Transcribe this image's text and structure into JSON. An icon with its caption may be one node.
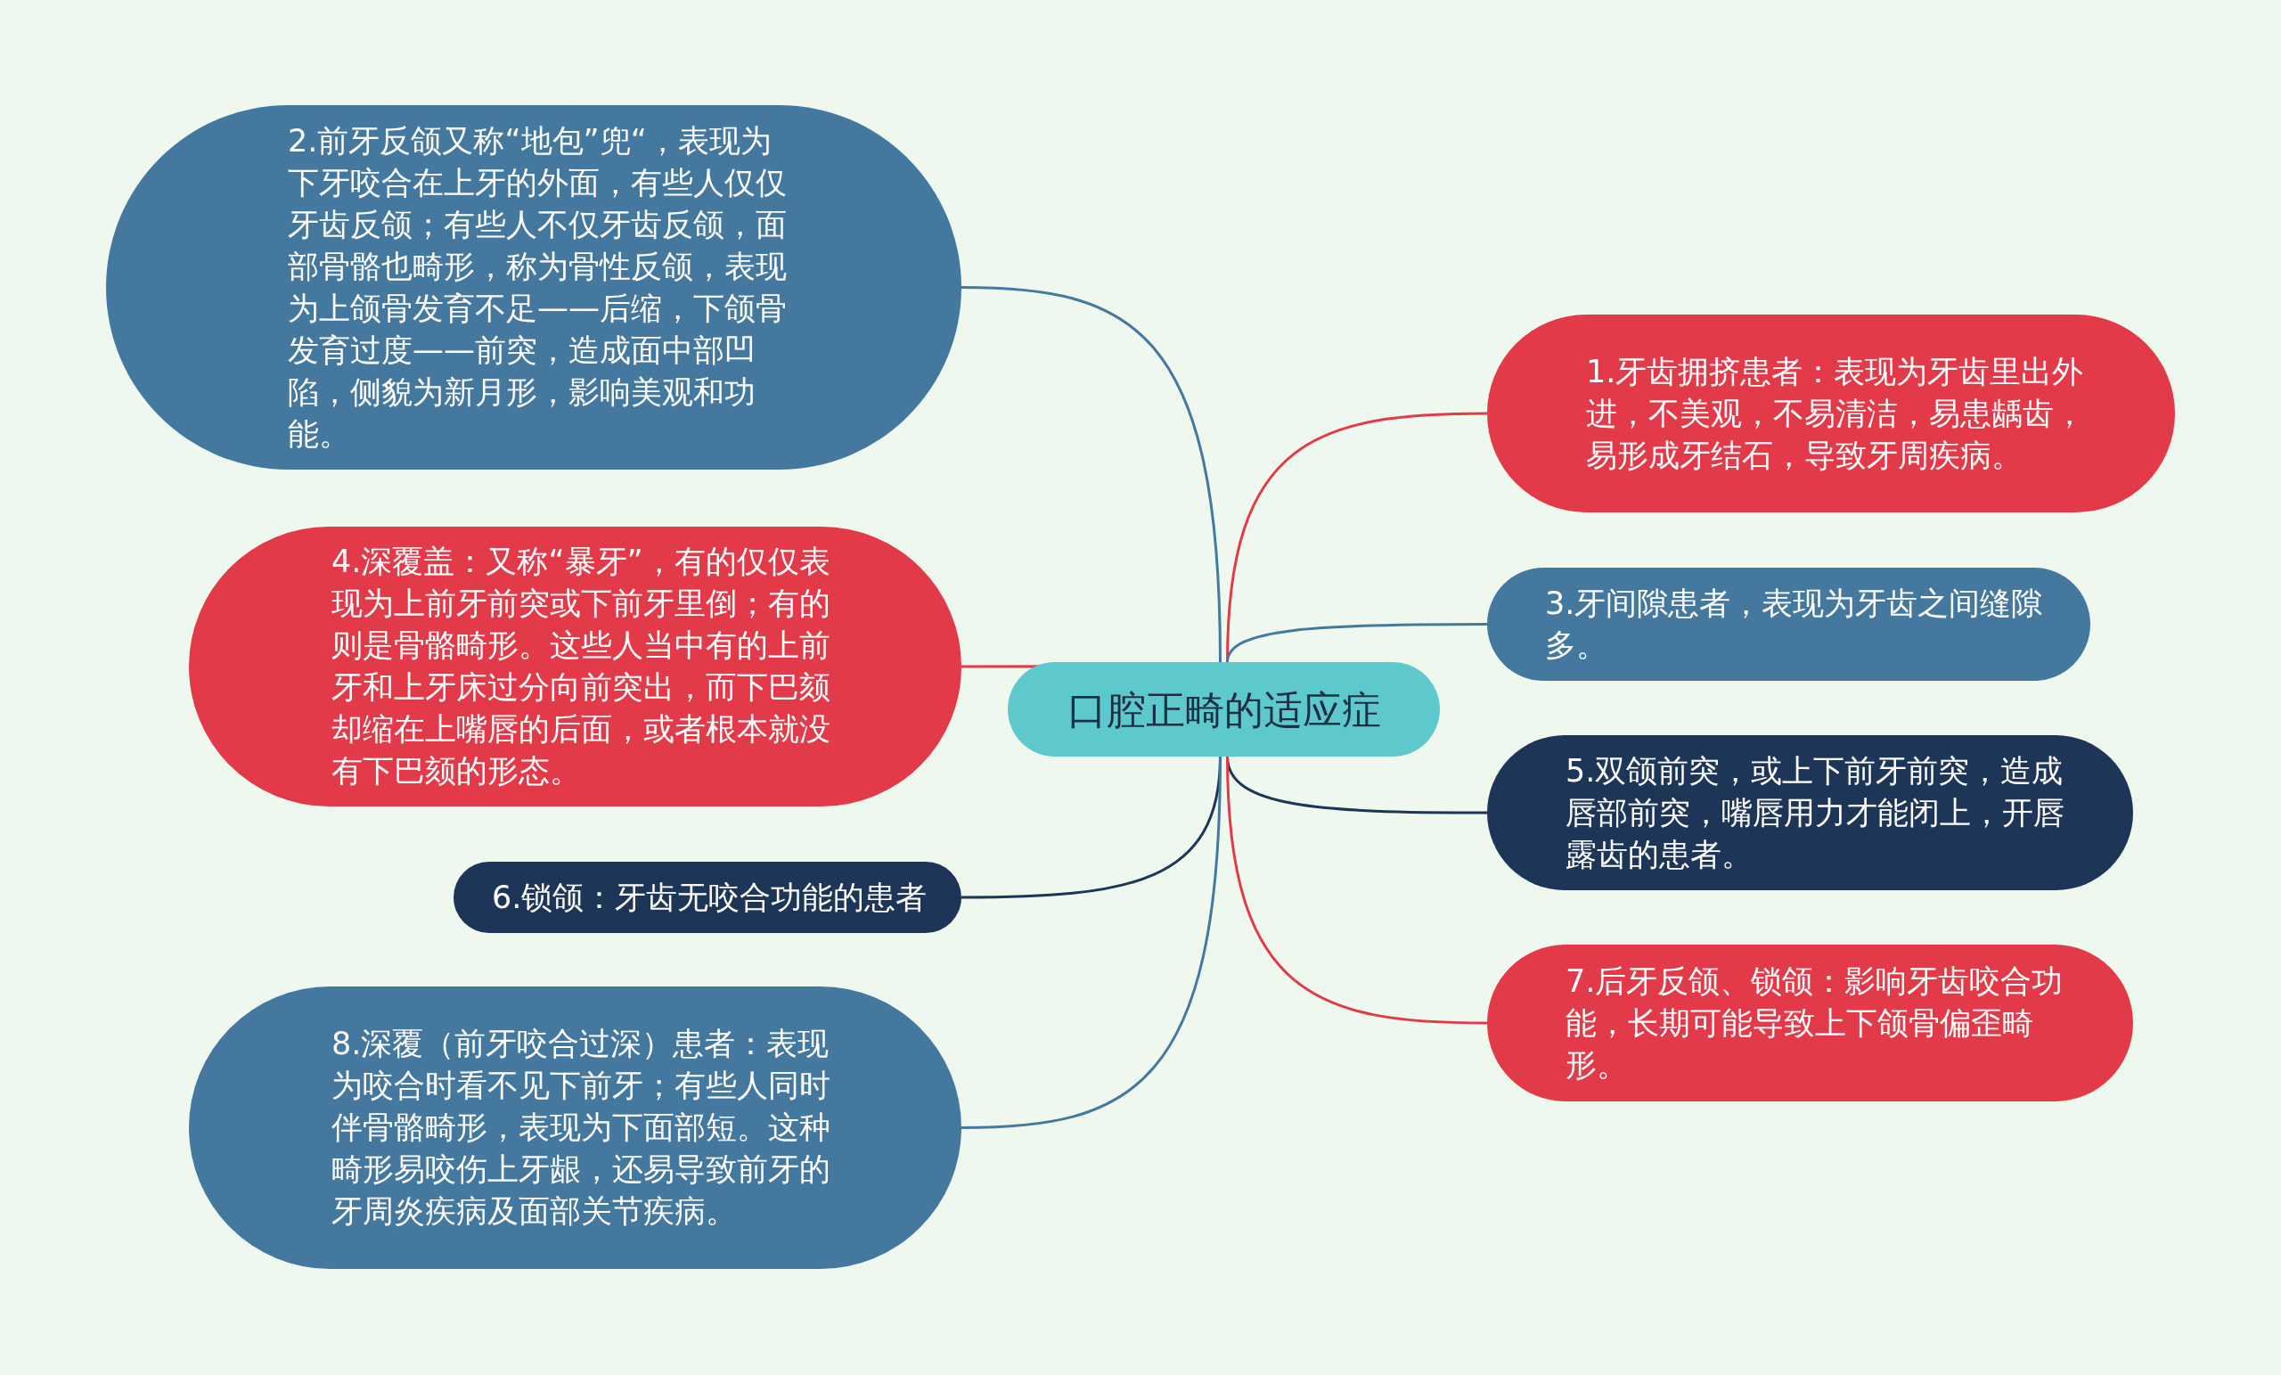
{
  "diagram": {
    "nodes": [
      {
        "text": [
          "口腔正畸的适应症"
        ]
      },
      {
        "text": [
          "1.牙齿拥挤患者：表现为牙齿里出外进，不美观，不易清洁，易患龋齿，易形成牙结石，导致牙周疾病。"
        ]
      },
      {
        "text": [
          "2.前牙反颌又称“地包”兜“，表现为下牙咬合在上牙的外面，有些人仅仅牙齿反颌；有些人不仅牙齿反颌，面部骨骼也畸形，称为骨性反颌，表现为上颌骨发育不足——后缩，下颌骨发育过度——前突，造成面中部凹陷，侧貌为新月形，影响美观和功能。"
        ]
      },
      {
        "text": [
          "3.牙间隙患者，表现为牙齿之间缝隙多。"
        ]
      },
      {
        "text": [
          "4.深覆盖：又称“暴牙”，有的仅仅表现为上前牙前突或下前牙里倒；有的则是骨骼畸形。这些人当中有的上前牙和上牙床过分向前突出，而下巴颏却缩在上嘴唇的后面，或者根本就没有下巴颏的形态。"
        ]
      },
      {
        "text": [
          "5.双颌前突，或上下前牙前突，造成唇部前突，嘴唇用力才能闭上，开唇露齿的患者。"
        ]
      },
      {
        "text": [
          "6.锁颌：牙齿无咬合功能的患者"
        ]
      },
      {
        "text": [
          "7.后牙反颌、锁颌：影响牙齿咬合功能，长期可能导致上下颌骨偏歪畸形。"
        ]
      },
      {
        "text": [
          "8.深覆（前牙咬合过深）患者：表现为咬合时看不见下前牙；有些人同时伴骨骼畸形，表现为下面部短。这种畸形易咬伤上牙龈，还易导致前牙的牙周炎疾病及面部关节疾病。"
        ]
      }
    ],
    "edges": [
      {
        "from": 0,
        "to": 1,
        "arrow": "none",
        "color": "#e23a48"
      },
      {
        "from": 0,
        "to": 2,
        "arrow": "none",
        "color": "#45789e"
      },
      {
        "from": 0,
        "to": 3,
        "arrow": "none",
        "color": "#45789e"
      },
      {
        "from": 0,
        "to": 4,
        "arrow": "none",
        "color": "#e23a48"
      },
      {
        "from": 0,
        "to": 5,
        "arrow": "none",
        "color": "#1d3557"
      },
      {
        "from": 0,
        "to": 6,
        "arrow": "none",
        "color": "#1d3557"
      },
      {
        "from": 0,
        "to": 7,
        "arrow": "none",
        "color": "#e23a48"
      },
      {
        "from": 0,
        "to": 8,
        "arrow": "none",
        "color": "#45789e"
      }
    ]
  }
}
